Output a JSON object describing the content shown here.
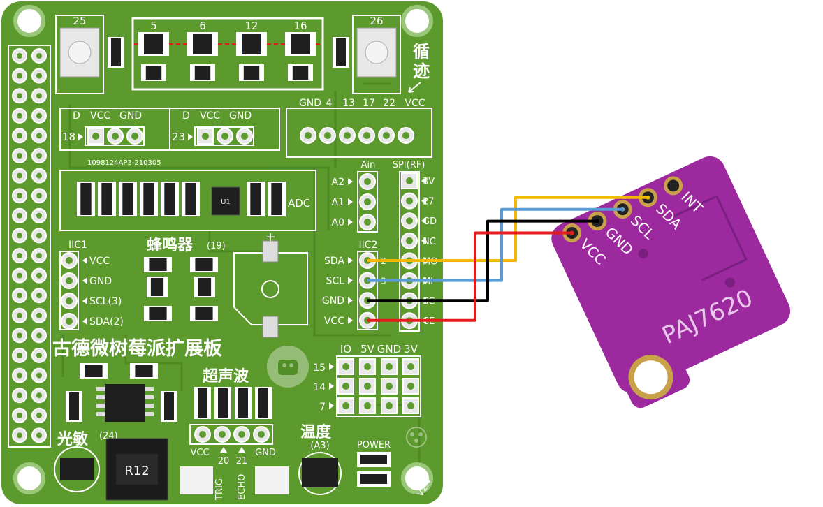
{
  "board": {
    "title": "古德微树莓派扩展板",
    "version": "V2.4",
    "serial": "1098124AP3-210305",
    "buttons": [
      "25",
      "26"
    ],
    "led_labels": [
      "5",
      "6",
      "12",
      "16"
    ],
    "tracking_label": [
      "循",
      "迹"
    ],
    "track_header": [
      "GND",
      "4",
      "13",
      "17",
      "22",
      "VCC"
    ],
    "servo_headers": [
      {
        "pin": "18",
        "labels": [
          "D",
          "VCC",
          "GND"
        ]
      },
      {
        "pin": "23",
        "labels": [
          "D",
          "VCC",
          "GND"
        ]
      }
    ],
    "adc_label": "ADC",
    "ain_label": "Ain",
    "ain_pins": [
      "A2",
      "A1",
      "A0"
    ],
    "spi_label": "SPI(RF)",
    "spi_pins": [
      "3V",
      "27",
      "GD",
      "NC",
      "MO",
      "MI",
      "SC",
      "CE"
    ],
    "iic1_label": "IIC1",
    "iic1_pins": [
      "VCC",
      "GND",
      "SCL(3)",
      "SDA(2)"
    ],
    "iic2_label": "IIC2",
    "iic2_pins": [
      "SDA",
      "SCL",
      "GND",
      "VCC"
    ],
    "iic2_nums": [
      "2",
      "3"
    ],
    "buzzer_label": "蜂鸣器",
    "buzzer_pin": "(19)",
    "io_header": [
      "IO",
      "5V",
      "GND",
      "3V"
    ],
    "io_pins": [
      "15",
      "14",
      "7"
    ],
    "ultrasonic_label": "超声波",
    "ultrasonic_pins": [
      "VCC",
      "20",
      "21",
      "GND"
    ],
    "trig_label": "TRIG",
    "echo_label": "ECHO",
    "light_label": "光敏",
    "light_pin": "(24)",
    "temp_label": "温度",
    "temp_pin": "(A3)",
    "power_label": "POWER",
    "chip_label": "U1",
    "pot_label": "R12"
  },
  "sensor": {
    "name": "PAJ7620",
    "pins": [
      "VCC",
      "GND",
      "SCL",
      "SDA",
      "INT"
    ]
  },
  "wires": [
    {
      "from": "SDA",
      "to": "SDA",
      "color": "#f5b800"
    },
    {
      "from": "SCL",
      "to": "SCL",
      "color": "#5b9bd5"
    },
    {
      "from": "GND",
      "to": "GND",
      "color": "#000000"
    },
    {
      "from": "VCC",
      "to": "VCC",
      "color": "#e31b1b"
    }
  ],
  "colors": {
    "pcb": "#5d9a2e",
    "pcb_dark": "#3f7a1c",
    "sensor": "#9c2a9e",
    "sensor_dark": "#7a1f80",
    "gold": "#c9a14a"
  }
}
